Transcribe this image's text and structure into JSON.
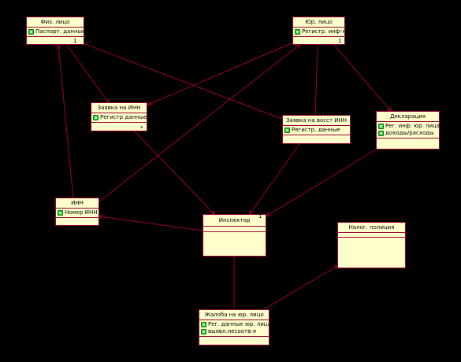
{
  "colors": {
    "background": "#000000",
    "box_fill": "#ffffcc",
    "box_border": "#990033",
    "line": "#990033",
    "attr_icon": "#22cc33"
  },
  "classes": {
    "fiz": {
      "name": "Физ. лицо",
      "attrs": [
        "Паспорт. данные"
      ],
      "mult": "1"
    },
    "yur": {
      "name": "Юр. лицо",
      "attrs": [
        "Регистр. инф-я"
      ],
      "mult": "1"
    },
    "zayavka": {
      "name": "Заявка на ИНН",
      "attrs": [
        "Регистр данные"
      ],
      "mult": "*"
    },
    "vosst": {
      "name": "Заявка на восст ИНН",
      "attrs": [
        "Регистр. данные"
      ]
    },
    "deklar": {
      "name": "Декларация",
      "attrs": [
        "Рег. инф. юр. лица",
        "доходы/расходы"
      ]
    },
    "inn": {
      "name": "ИНН",
      "attrs": [
        "Номер ИНН"
      ]
    },
    "inspektor": {
      "name": "Инспектор",
      "attrs": [],
      "mult": "1"
    },
    "policia": {
      "name": "Налог. полиция",
      "attrs": []
    },
    "zhaloba": {
      "name": "Жалоба на юр. лицо",
      "attrs": [
        "Рег. данные юр. лица",
        "выявл.несоотв-я"
      ]
    }
  }
}
